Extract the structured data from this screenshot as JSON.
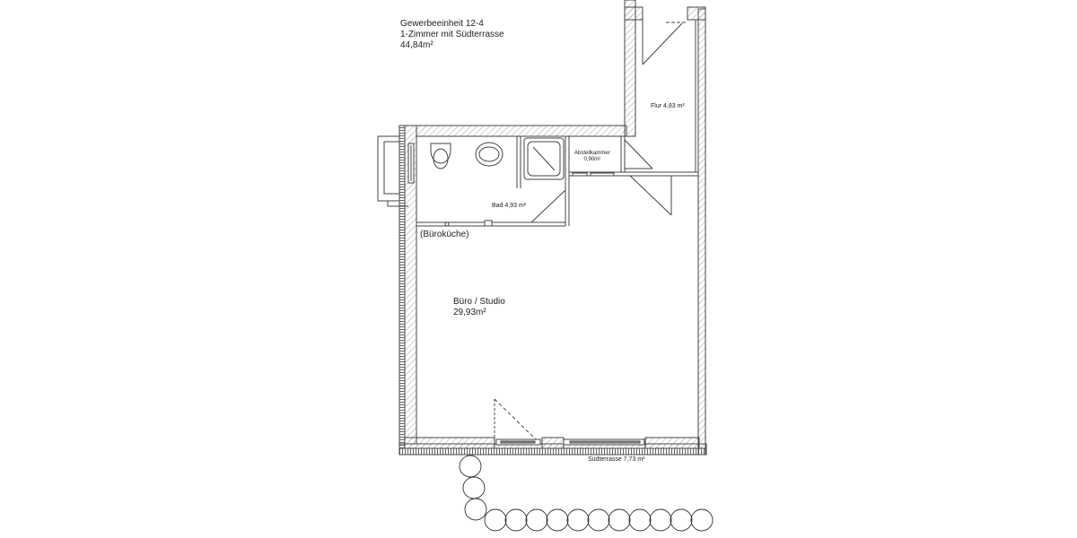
{
  "unit": {
    "name": "Gewerbeeinheit 12-4",
    "type": "1-Zimmer mit Südterrasse",
    "area": "44,84m²"
  },
  "rooms": {
    "flur": {
      "label": "Flur 4,83 m²"
    },
    "abstellkammer": {
      "name": "Abstellkammer",
      "area": "0,90m²"
    },
    "bad": {
      "label": "Bad 4,93 m²"
    },
    "kueche": {
      "label": "(Büroküche)"
    },
    "buero": {
      "name": "Büro / Studio",
      "area": "29,93m²"
    },
    "terrasse": {
      "label": "Südterrasse 7,73 m²"
    }
  },
  "colors": {
    "line": "#444444",
    "hatch": "#777777",
    "background": "#ffffff"
  }
}
